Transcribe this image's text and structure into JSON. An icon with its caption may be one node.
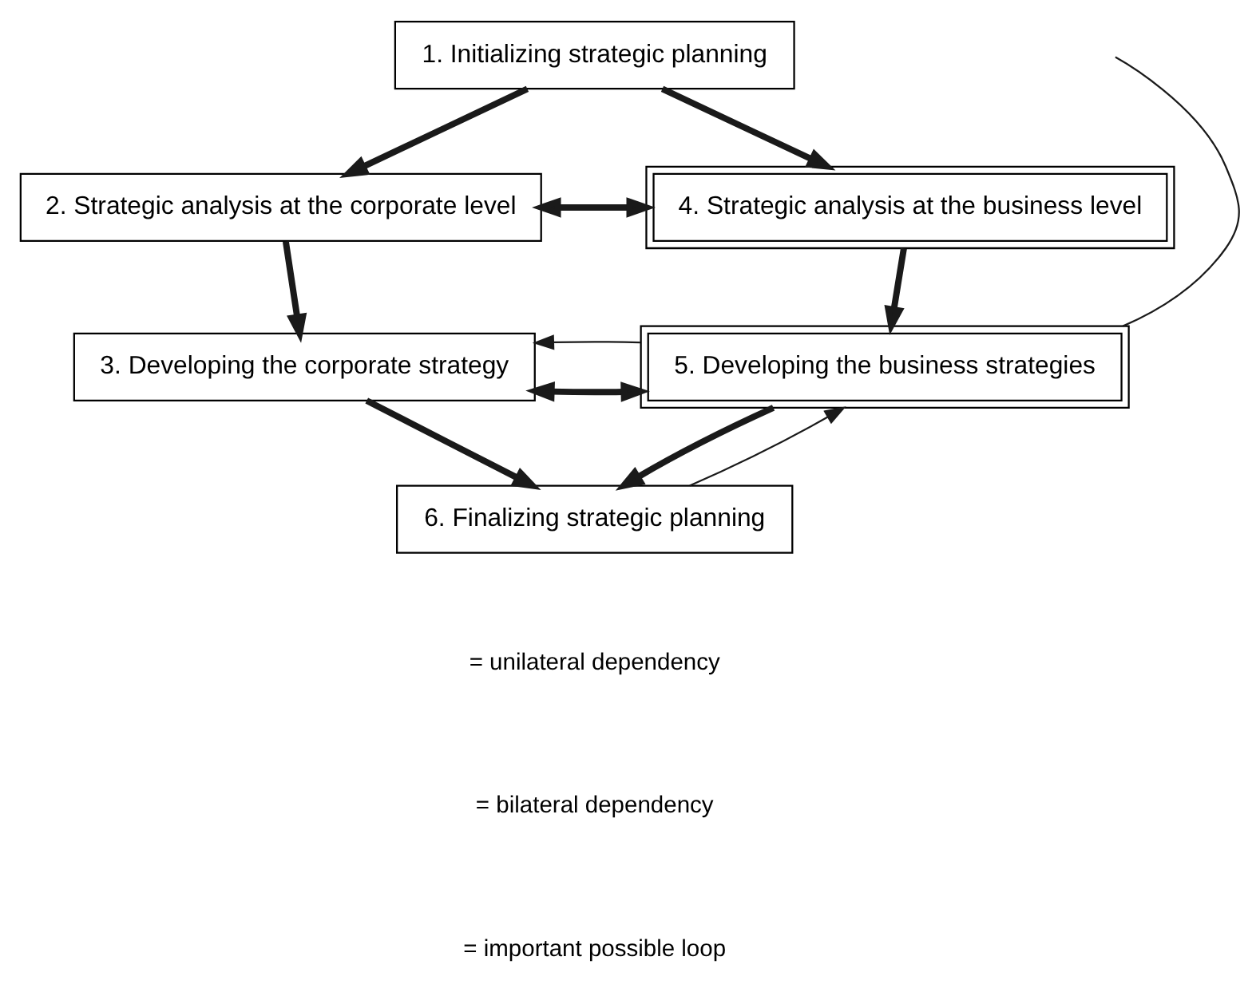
{
  "diagram": {
    "nodes": [
      {
        "text": [
          "1. Initializing strategic planning"
        ]
      },
      {
        "text": [
          "2. Strategic analysis at the corporate level"
        ]
      },
      {
        "text": [
          "3. Developing the corporate strategy"
        ]
      },
      {
        "text": [
          "4. Strategic analysis at the business level"
        ]
      },
      {
        "text": [
          "5. Developing the business strategies"
        ]
      },
      {
        "text": [
          "6. Finalizing strategic planning"
        ]
      }
    ],
    "edges": [
      {
        "from": 0,
        "to": 1,
        "arrow": "to"
      },
      {
        "from": 0,
        "to": 3,
        "arrow": "to"
      },
      {
        "from": 1,
        "to": 3,
        "arrow": "both"
      },
      {
        "from": 1,
        "to": 2,
        "arrow": "to"
      },
      {
        "from": 3,
        "to": 4,
        "arrow": "to"
      },
      {
        "from": 2,
        "to": 4,
        "arrow": "both"
      },
      {
        "from": 4,
        "to": 2,
        "arrow": "to"
      },
      {
        "from": 2,
        "to": 5,
        "arrow": "to"
      },
      {
        "from": 4,
        "to": 5,
        "arrow": "to"
      },
      {
        "from": 5,
        "to": 4,
        "arrow": "to"
      },
      {
        "from": 4,
        "to": null,
        "arrow": "none"
      }
    ],
    "legend": [
      {
        "text": "= unilateral dependency"
      },
      {
        "text": "= bilateral dependency"
      },
      {
        "text": "= important possible loop"
      }
    ]
  }
}
